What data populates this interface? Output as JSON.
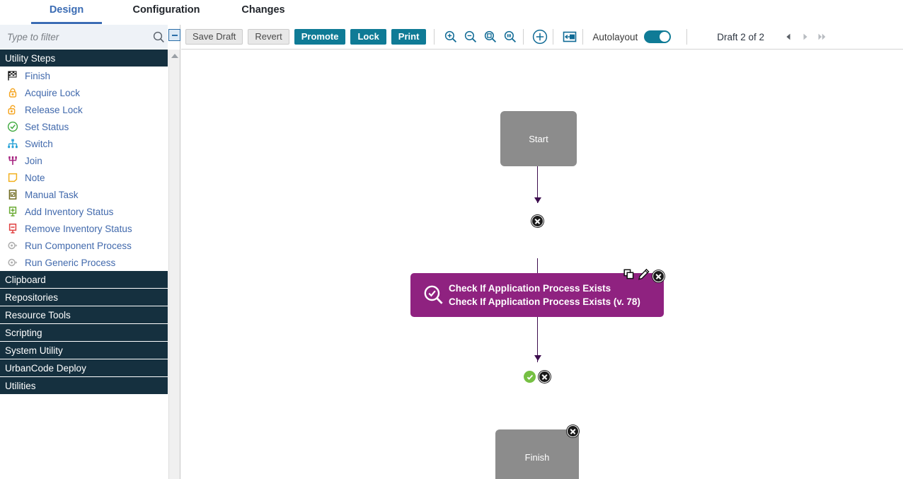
{
  "tabs": [
    {
      "label": "Design",
      "active": true
    },
    {
      "label": "Configuration",
      "active": false
    },
    {
      "label": "Changes",
      "active": false
    }
  ],
  "sidebar": {
    "filter": {
      "placeholder": "Type to filter",
      "value": "",
      "search_icon": "search-icon",
      "collapse_icon": "collapse-panel-icon"
    },
    "scroll_up_icon": "scroll-up-arrow-icon",
    "open_category": "Utility Steps",
    "steps": [
      {
        "label": "Finish",
        "icon": "checkered-flag-icon"
      },
      {
        "label": "Acquire Lock",
        "icon": "lock-closed-icon"
      },
      {
        "label": "Release Lock",
        "icon": "lock-open-icon"
      },
      {
        "label": "Set Status",
        "icon": "check-circle-icon"
      },
      {
        "label": "Switch",
        "icon": "switch-branch-icon"
      },
      {
        "label": "Join",
        "icon": "join-trident-icon"
      },
      {
        "label": "Note",
        "icon": "note-icon"
      },
      {
        "label": "Manual Task",
        "icon": "manual-task-checkbox-icon"
      },
      {
        "label": "Add Inventory Status",
        "icon": "add-inventory-icon"
      },
      {
        "label": "Remove Inventory Status",
        "icon": "remove-inventory-icon"
      },
      {
        "label": "Run Component Process",
        "icon": "gear-run-icon"
      },
      {
        "label": "Run Generic Process",
        "icon": "gear-run-icon"
      }
    ],
    "categories": [
      "Clipboard",
      "Repositories",
      "Resource Tools",
      "Scripting",
      "System Utility",
      "UrbanCode Deploy",
      "Utilities"
    ]
  },
  "toolbar": {
    "buttons": [
      {
        "label": "Save Draft",
        "style": "default"
      },
      {
        "label": "Revert",
        "style": "default"
      },
      {
        "label": "Promote",
        "style": "primary"
      },
      {
        "label": "Lock",
        "style": "primary"
      },
      {
        "label": "Print",
        "style": "primary"
      }
    ],
    "zoom_icons": [
      "zoom-in-icon",
      "zoom-out-icon",
      "zoom-fit-icon",
      "zoom-actual-size-icon"
    ],
    "add_icon": "add-circle-icon",
    "properties_icon": "properties-panel-icon",
    "autolayout_label": "Autolayout",
    "autolayout_on": true,
    "draft_label": "Draft 2 of 2",
    "nav_prev_icon": "nav-prev-icon",
    "nav_next_icon": "nav-next-icon",
    "nav_last_icon": "nav-last-icon"
  },
  "canvas": {
    "nodes": [
      {
        "id": "start",
        "label": "Start",
        "type": "terminal"
      },
      {
        "id": "check",
        "type": "task",
        "line1": "Check If Application Process Exists",
        "line2": "Check If Application Process Exists (v. 78)",
        "icon": "magnifier-check-icon",
        "controls": [
          "copy-icon",
          "edit-pencil-icon",
          "delete-x-icon"
        ]
      },
      {
        "id": "finish",
        "label": "Finish",
        "type": "terminal"
      }
    ],
    "edge_badges": [
      {
        "id": "edge-start-check",
        "icon": "delete-x-icon"
      },
      {
        "id": "edge-check-finish-success",
        "icon": "success-check-icon"
      },
      {
        "id": "edge-check-finish",
        "icon": "delete-x-icon"
      },
      {
        "id": "finish-node-delete",
        "icon": "delete-x-icon"
      }
    ]
  },
  "colors": {
    "accent_blue": "#3b6cb4",
    "primary_teal": "#0f7b96",
    "task_purple": "#8f2280",
    "terminal_gray": "#8c8c8c",
    "sidebar_header": "#15303f",
    "success_green": "#76c043",
    "link_blue": "#4169ac"
  }
}
